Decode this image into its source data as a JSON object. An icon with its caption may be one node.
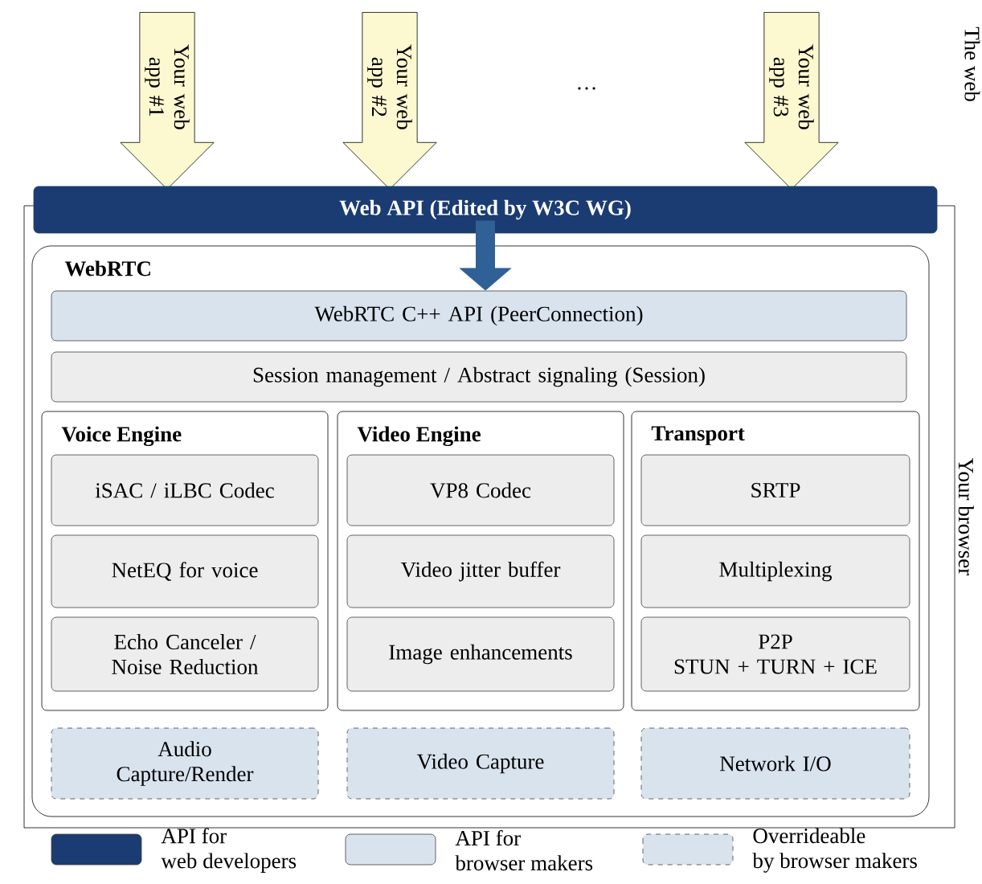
{
  "diagram": {
    "nodes": [
      {
        "text": [
          "Your web app #1"
        ]
      },
      {
        "text": [
          "Your web app #2"
        ]
      },
      {
        "text": [
          "Your web app #3"
        ]
      },
      {
        "text": [
          "Your browser"
        ]
      },
      {
        "text": [
          "Web API (Edited by W3C WG)"
        ]
      },
      {
        "text": [
          "WebRTC"
        ],
        "in": 3
      },
      {
        "text": [
          "WebRTC C++ API (PeerConnection)"
        ],
        "in": 5
      },
      {
        "text": [
          "Session management / Abstract signaling (Session)"
        ],
        "in": 5
      },
      {
        "text": [
          "Voice Engine"
        ],
        "in": 5
      },
      {
        "text": [
          "iSAC / iLBC Codec"
        ],
        "in": 8
      },
      {
        "text": [
          "NetEQ for voice"
        ],
        "in": 8
      },
      {
        "text": [
          "Echo Canceler / Noise Reduction"
        ],
        "in": 8
      },
      {
        "text": [
          "Video Engine"
        ],
        "in": 5
      },
      {
        "text": [
          "VP8 Codec"
        ],
        "in": 12
      },
      {
        "text": [
          "Video jitter buffer"
        ],
        "in": 12
      },
      {
        "text": [
          "Image enhancements"
        ],
        "in": 12
      },
      {
        "text": [
          "Transport"
        ],
        "in": 5
      },
      {
        "text": [
          "SRTP"
        ],
        "in": 16
      },
      {
        "text": [
          "Multiplexing"
        ],
        "in": 16
      },
      {
        "text": [
          "P2P",
          "STUN + TURN + ICE"
        ],
        "in": 16
      },
      {
        "text": [
          "Audio Capture/Render"
        ],
        "in": 5
      },
      {
        "text": [
          "Video Capture"
        ],
        "in": 5
      },
      {
        "text": [
          "Network I/O"
        ],
        "in": 5
      }
    ],
    "edges": [
      {
        "from": 4,
        "to": 6,
        "arrow": "to"
      }
    ],
    "labels": [
      "The web",
      "…"
    ],
    "legend": [
      {
        "text": "API for web developers",
        "color": "#1b3c72"
      },
      {
        "text": "API for browser makers",
        "color": "#d9e3ee"
      },
      {
        "text": "Overrideable by browser makers"
      }
    ]
  }
}
